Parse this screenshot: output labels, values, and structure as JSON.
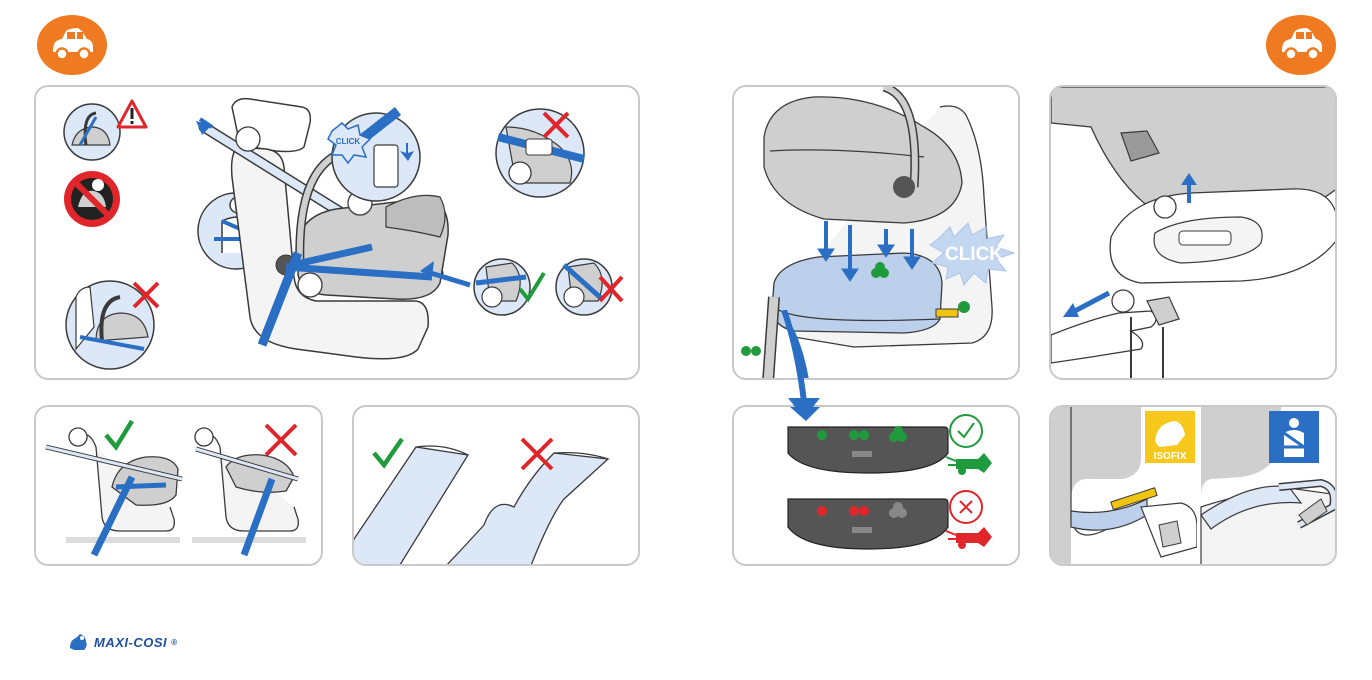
{
  "brand": {
    "name": "MAXI-COSI",
    "mark": "®"
  },
  "click_labels": [
    "CLICK",
    "CLICK"
  ],
  "badges": {
    "isofix": "ISOFIX"
  },
  "icons": {
    "left_badge": "car-icon",
    "right_badge": "car-icon",
    "warning": "warning-triangle-icon",
    "no_airbag": "no-airbag-icon",
    "check": "check-icon",
    "cross": "cross-icon",
    "seatbelt": "seatbelt-icon",
    "isofix": "isofix-icon"
  },
  "colors": {
    "orange": "#f07a22",
    "blue": "#2a6fc4",
    "light_blue": "#dce8f7",
    "green": "#1f9a3c",
    "red": "#e0262b",
    "seat_gray": "#cfcfcf",
    "outline": "#3a3a3a"
  },
  "indicators": {
    "ok_lights": [
      "green",
      "green-pair",
      "green-cluster"
    ],
    "fail_lights": [
      "red",
      "red-pair",
      "gray-cluster"
    ]
  }
}
